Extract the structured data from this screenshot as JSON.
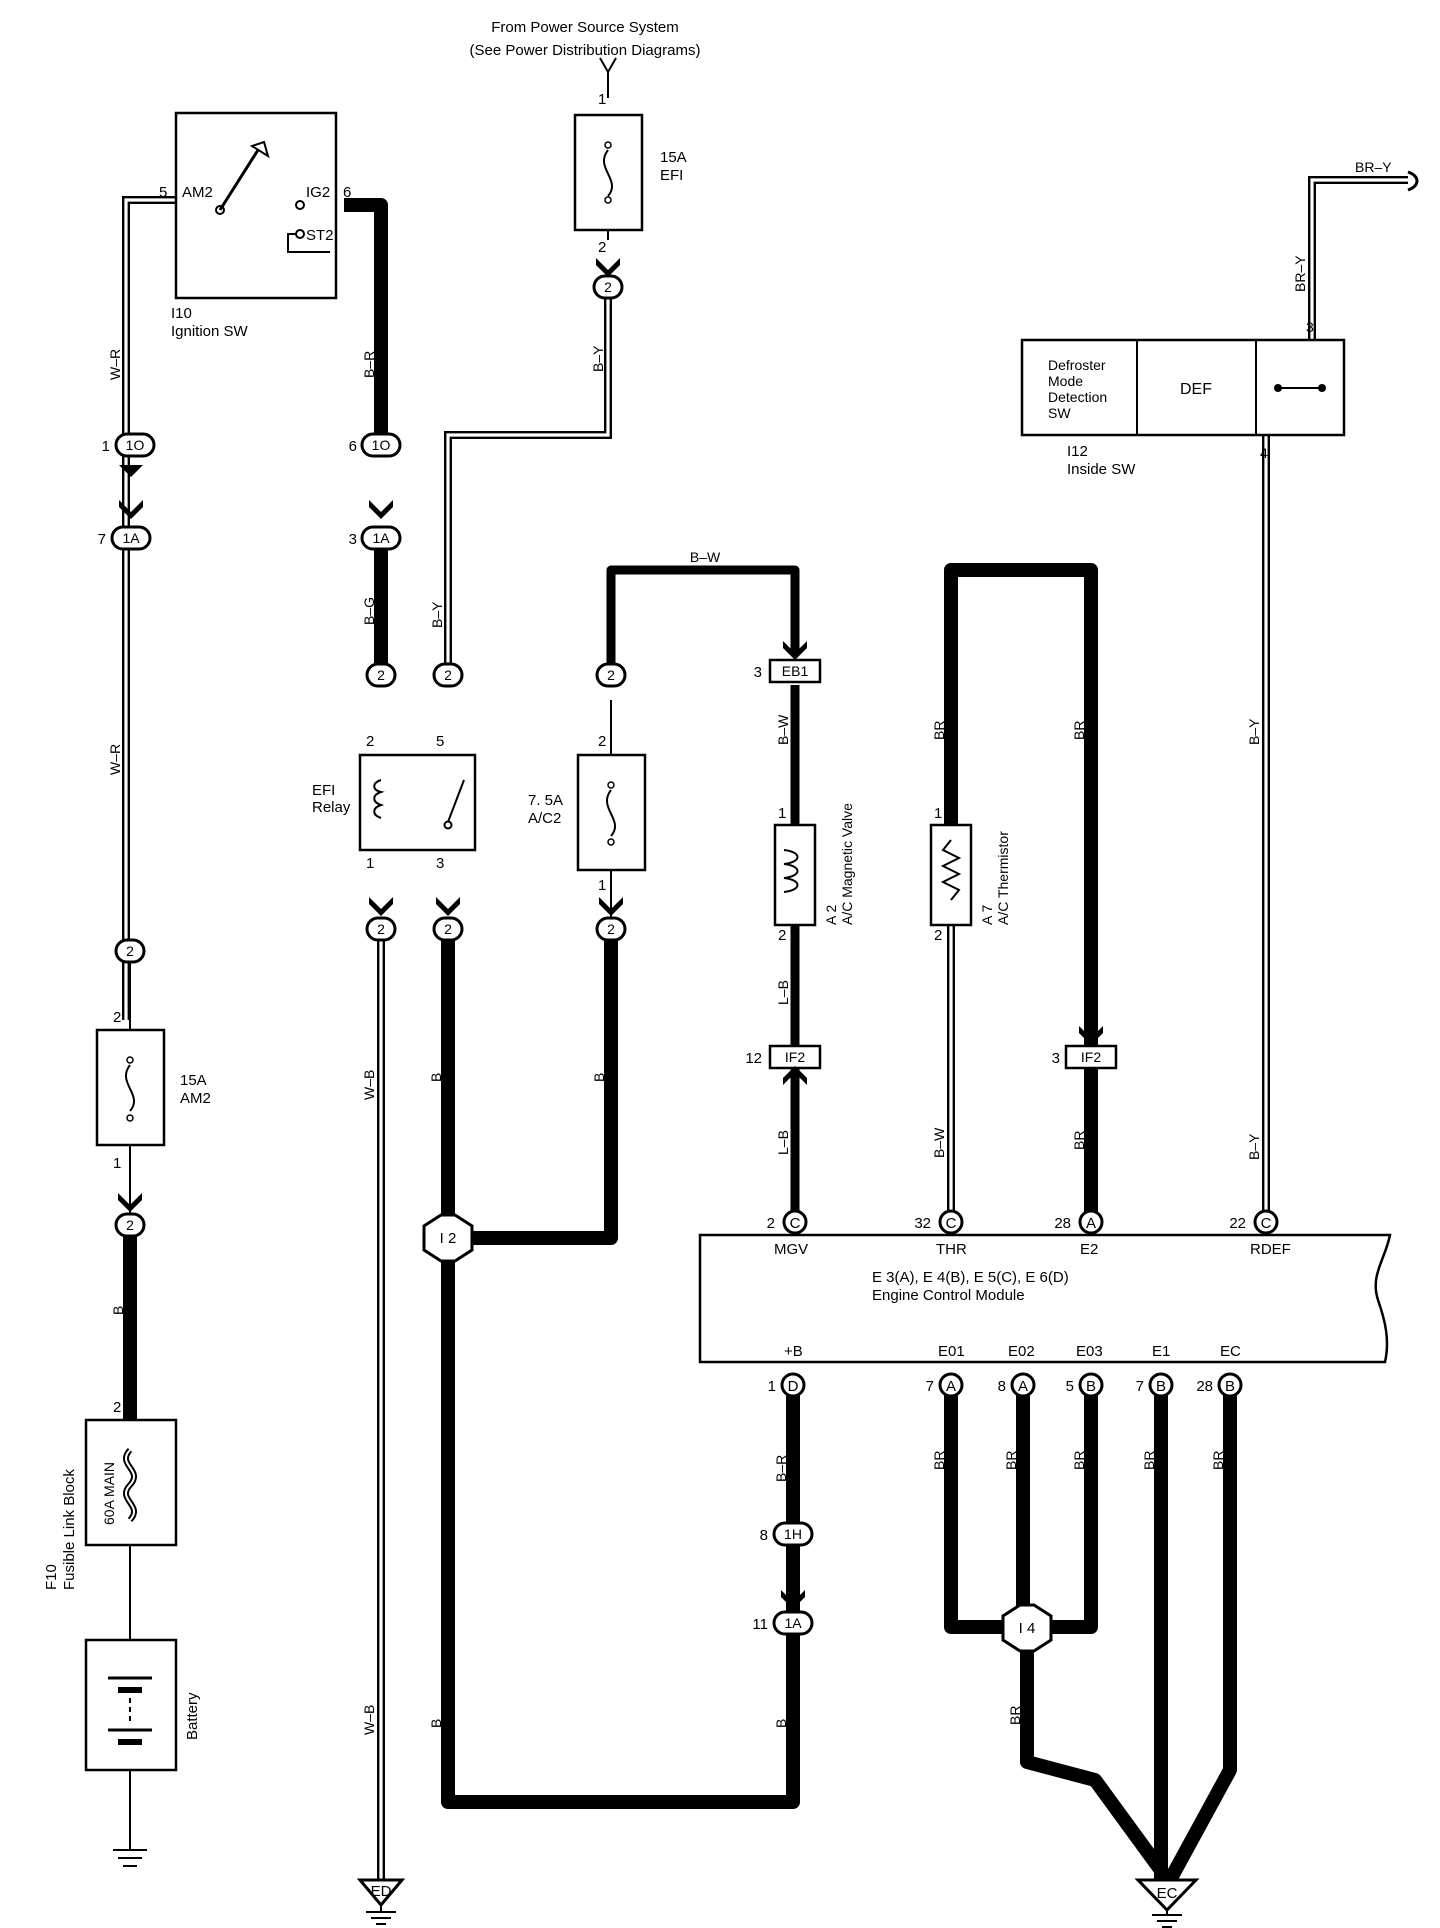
{
  "header": {
    "line1": "From Power Source System",
    "line2": "(See Power Distribution Diagrams)"
  },
  "ignition_switch": {
    "id": "I10",
    "name": "Ignition SW",
    "pin_am2": "5",
    "label_am2": "AM2",
    "pin_ig2": "6",
    "label_ig2": "IG2",
    "label_st2": "ST2"
  },
  "fuse_efi": {
    "rating": "15A",
    "name": "EFI",
    "pin_top": "1",
    "pin_bottom": "2"
  },
  "fuse_am2": {
    "rating": "15A",
    "name": "AM2",
    "pin_top": "2",
    "pin_bottom": "1"
  },
  "fuse_ac2": {
    "rating": "7. 5A",
    "name": "A/C2",
    "pin_top": "2",
    "pin_bottom": "1"
  },
  "fusible_link": {
    "id": "F10",
    "name": "Fusible Link Block",
    "rating": "60A MAIN",
    "pin": "2"
  },
  "battery": {
    "name": "Battery"
  },
  "efi_relay": {
    "line1": "EFI",
    "line2": "Relay",
    "pin_2": "2",
    "pin_5": "5",
    "pin_1": "1",
    "pin_3": "3"
  },
  "inside_switch": {
    "id": "I12",
    "name": "Inside SW",
    "line1": "Defroster",
    "line2": "Mode",
    "line3": "Detection",
    "line4": "SW",
    "def": "DEF",
    "pin_3": "3",
    "pin_4": "4"
  },
  "magnetic_valve": {
    "id": "A 2",
    "name": "A/C Magnetic Valve",
    "pin_1": "1",
    "pin_2": "2"
  },
  "thermistor": {
    "id": "A 7",
    "name": "A/C Thermistor",
    "pin_1": "1",
    "pin_2": "2"
  },
  "ecm": {
    "ids": "E 3(A), E 4(B), E 5(C), E 6(D)",
    "name": "Engine Control Module",
    "top_terms": [
      "MGV",
      "THR",
      "E2",
      "RDEF"
    ],
    "top_pins": [
      "2",
      "32",
      "28",
      "22"
    ],
    "top_letters": [
      "C",
      "C",
      "A",
      "C"
    ],
    "bottom_terms": [
      "+B",
      "E01",
      "E02",
      "E03",
      "E1",
      "EC"
    ],
    "bottom_pins": [
      "1",
      "7",
      "8",
      "5",
      "7",
      "28"
    ],
    "bottom_letters": [
      "D",
      "A",
      "A",
      "B",
      "B",
      "B"
    ]
  },
  "connectors": {
    "c1o_a": {
      "label": "1O",
      "pin": "1"
    },
    "c1o_b": {
      "label": "1O",
      "pin": "6"
    },
    "c1a_a": {
      "label": "1A",
      "pin": "7"
    },
    "c1a_b": {
      "label": "1A",
      "pin": "3"
    },
    "c1a_c": {
      "label": "1A",
      "pin": "11"
    },
    "c1h": {
      "label": "1H",
      "pin": "8"
    },
    "eb1": {
      "label": "EB1",
      "pin": "3"
    },
    "if2_a": {
      "label": "IF2",
      "pin": "12"
    },
    "if2_b": {
      "label": "IF2",
      "pin": "3"
    },
    "junction_two": "2",
    "i2": "I 2",
    "i4": "I 4"
  },
  "grounds": {
    "ed": "ED",
    "ec": "EC"
  },
  "wire_colors": {
    "w_r": "W–R",
    "b_r": "B–R",
    "b_y": "B–Y",
    "b_g": "B–G",
    "b_w": "B–W",
    "br": "BR",
    "br_y": "BR–Y",
    "w_b": "W–B",
    "b": "B",
    "l_b": "L–B"
  }
}
